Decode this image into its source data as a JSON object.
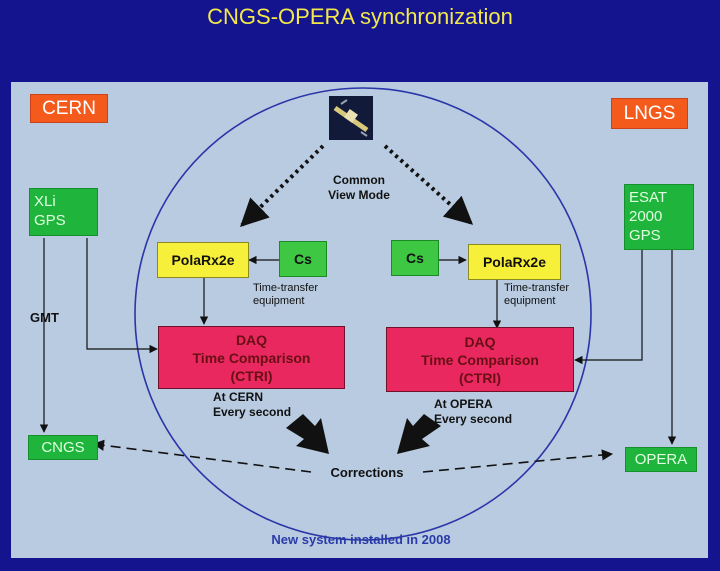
{
  "title": "CNGS-OPERA synchronization",
  "labels": {
    "cern": "CERN",
    "lngs": "LNGS",
    "xli_line1": "XLi",
    "xli_line2": "GPS",
    "esat_line1": "ESAT",
    "esat_line2": "2000",
    "esat_line3": "GPS",
    "gmt": "GMT",
    "cngs": "CNGS",
    "opera": "OPERA",
    "common_line1": "Common",
    "common_line2": "View Mode",
    "polarx_left": "PolaRx2e",
    "polarx_right": "PolaRx2e",
    "cs_left": "Cs",
    "cs_right": "Cs",
    "tt_left_line1": "Time-transfer",
    "tt_left_line2": "equipment",
    "tt_right_line1": "Time-transfer",
    "tt_right_line2": "equipment",
    "daq_left": [
      "DAQ",
      "Time Comparison",
      "(CTRI)"
    ],
    "daq_right": [
      "DAQ",
      "Time Comparison",
      "(CTRI)"
    ],
    "at_cern_line1": "At CERN",
    "at_cern_line2": "Every second",
    "at_opera_line1": "At OPERA",
    "at_opera_line2": "Every second",
    "corrections": "Corrections",
    "footer": "New system installed in 2008"
  },
  "colors": {
    "background": "#14148f",
    "panel": "#b8cbe0",
    "title": "#f2e84a",
    "circle": "#2a35a8",
    "site_label": "#f55a1d",
    "gps_box": "#1fb53c",
    "receiver_box": "#f7f03a",
    "clock_box": "#3ec743",
    "daq_box": "#e8285f"
  },
  "icons": {
    "satellite": "satellite-icon"
  }
}
